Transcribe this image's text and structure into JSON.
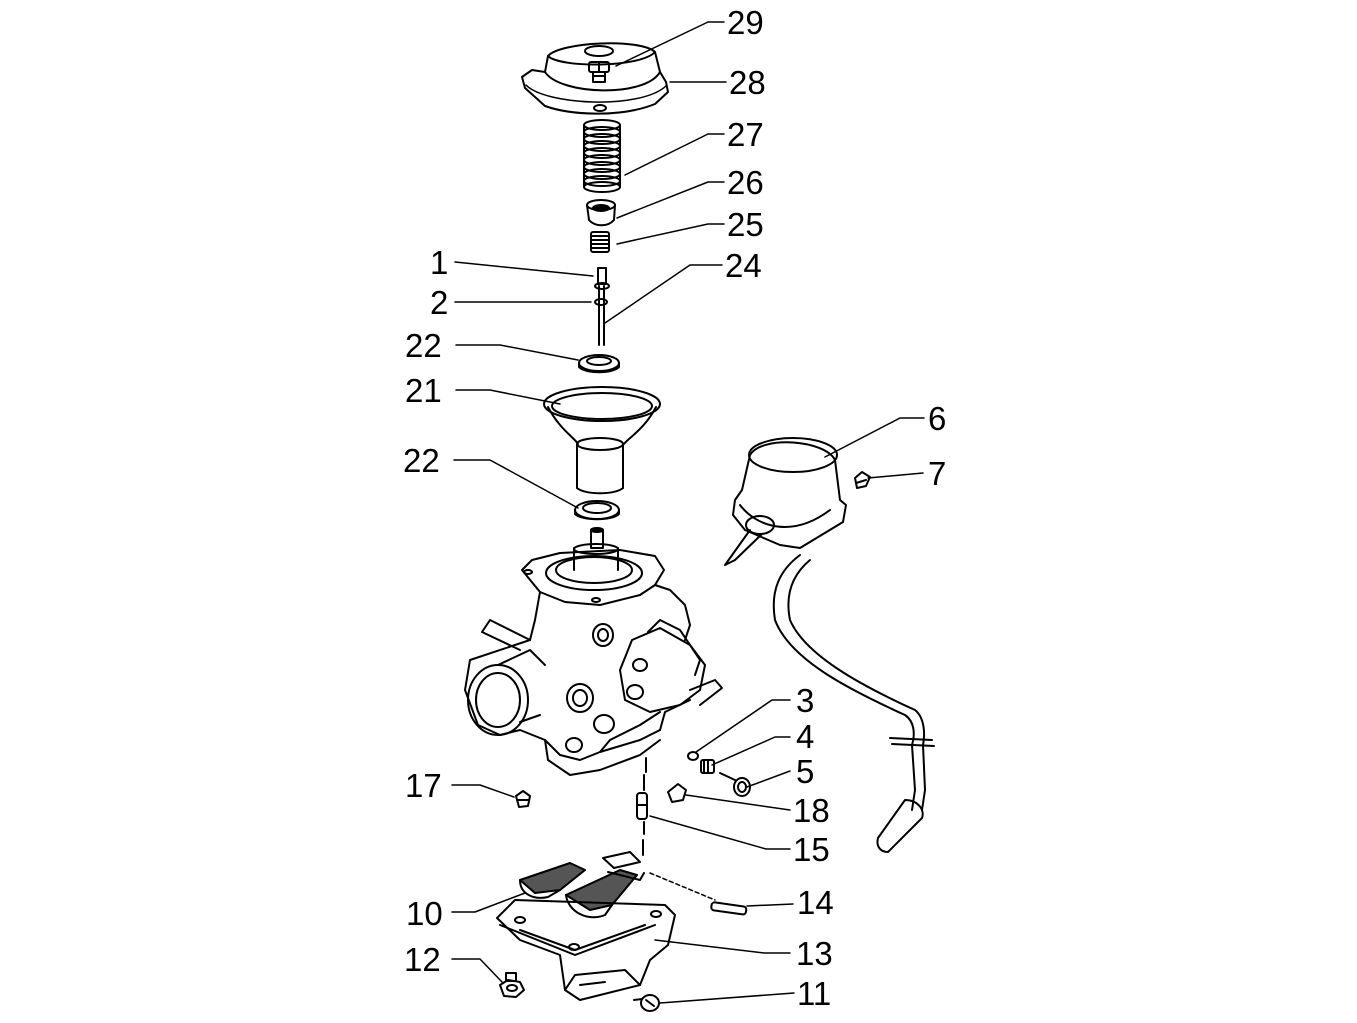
{
  "diagram": {
    "type": "exploded-parts-diagram",
    "colors": {
      "line": "#000000",
      "background": "#ffffff",
      "shade": "#d9d9d9"
    },
    "callouts": [
      {
        "id": "c29",
        "label": "29"
      },
      {
        "id": "c28",
        "label": "28"
      },
      {
        "id": "c27",
        "label": "27"
      },
      {
        "id": "c26",
        "label": "26"
      },
      {
        "id": "c25",
        "label": "25"
      },
      {
        "id": "c24",
        "label": "24"
      },
      {
        "id": "c1",
        "label": "1"
      },
      {
        "id": "c2",
        "label": "2"
      },
      {
        "id": "c22a",
        "label": "22"
      },
      {
        "id": "c21",
        "label": "21"
      },
      {
        "id": "c22b",
        "label": "22"
      },
      {
        "id": "c6",
        "label": "6"
      },
      {
        "id": "c7",
        "label": "7"
      },
      {
        "id": "c3",
        "label": "3"
      },
      {
        "id": "c4",
        "label": "4"
      },
      {
        "id": "c5",
        "label": "5"
      },
      {
        "id": "c18",
        "label": "18"
      },
      {
        "id": "c15",
        "label": "15"
      },
      {
        "id": "c17",
        "label": "17"
      },
      {
        "id": "c14",
        "label": "14"
      },
      {
        "id": "c10",
        "label": "10"
      },
      {
        "id": "c13",
        "label": "13"
      },
      {
        "id": "c12",
        "label": "12"
      },
      {
        "id": "c11",
        "label": "11"
      }
    ]
  }
}
